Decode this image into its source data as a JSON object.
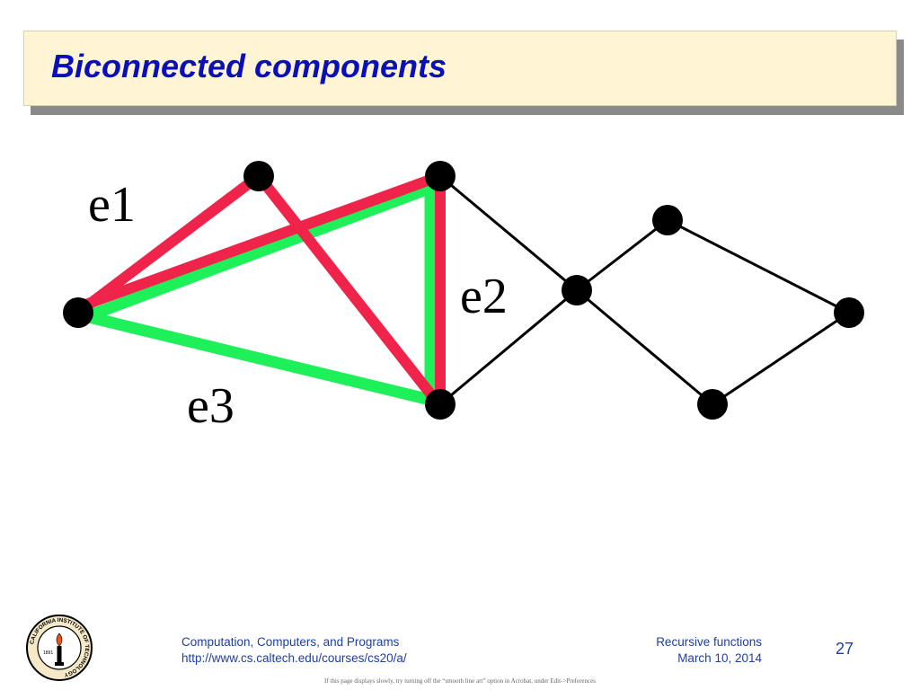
{
  "slide": {
    "title": "Biconnected components"
  },
  "colors": {
    "title_text": "#0a10b8",
    "title_bg": "#fff4d4",
    "red_edge": "#f0234a",
    "green_edge": "#1ef05a",
    "black_edge": "#000000",
    "footer_text": "#1f3f9f"
  },
  "diagram": {
    "labels": {
      "e1": "e1",
      "e2": "e2",
      "e3": "e3"
    }
  },
  "footer": {
    "course_name": "Computation, Computers, and Programs",
    "course_url": "http://www.cs.caltech.edu/courses/cs20/a/",
    "topic": "Recursive functions",
    "date": "March 10, 2014",
    "page_number": "27",
    "note": "If this page displays slowly, try turning off the “smooth line art” option in Acrobat, under Edit->Preferences"
  },
  "logo": {
    "icon": "caltech-seal-icon",
    "ring_text": "CALIFORNIA INSTITUTE OF TECHNOLOGY",
    "year": "1891"
  }
}
